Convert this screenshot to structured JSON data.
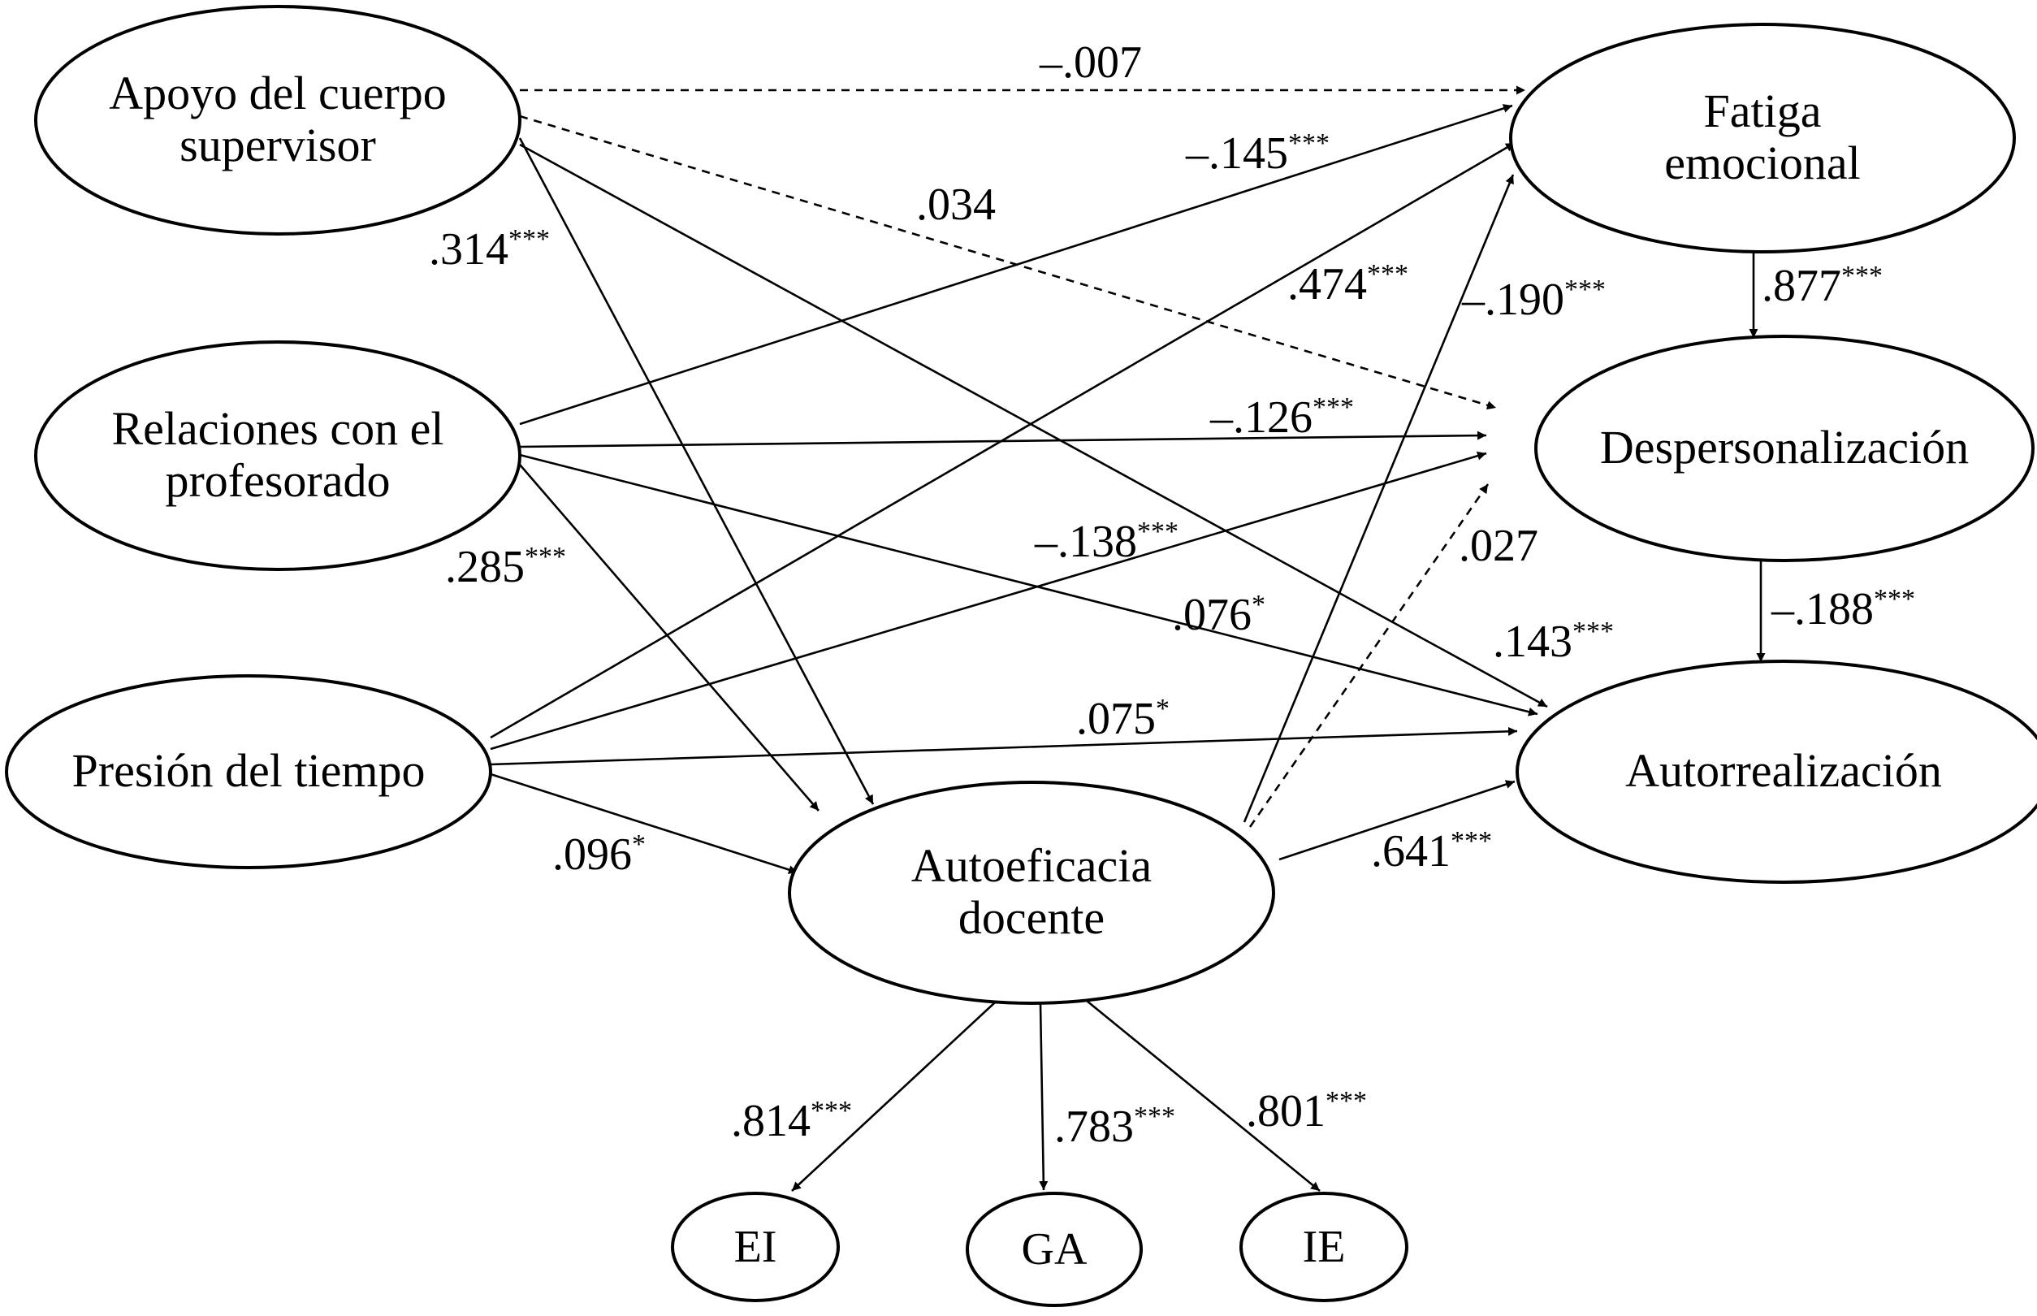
{
  "nodes": {
    "apoyo": [
      "Apoyo del cuerpo",
      "supervisor"
    ],
    "relaciones": [
      "Relaciones con el",
      "profesorado"
    ],
    "presion": [
      "Presión del tiempo"
    ],
    "fatiga": [
      "Fatiga",
      "emocional"
    ],
    "despersonalizacion": [
      "Despersonalización"
    ],
    "autorrealizacion": [
      "Autorrealización"
    ],
    "autoeficacia": [
      "Autoeficacia",
      "docente"
    ],
    "ei": [
      "EI"
    ],
    "ga": [
      "GA"
    ],
    "ie": [
      "IE"
    ]
  },
  "paths": [
    {
      "from": "apoyo",
      "to": "fatiga",
      "value": "–.007",
      "sig": "",
      "dashed": true
    },
    {
      "from": "apoyo",
      "to": "despersonalizacion",
      "value": ".034",
      "sig": "",
      "dashed": true
    },
    {
      "from": "apoyo",
      "to": "autorrealizacion",
      "value": ".143",
      "sig": "***",
      "dashed": false
    },
    {
      "from": "apoyo",
      "to": "autoeficacia",
      "value": ".314",
      "sig": "***",
      "dashed": false
    },
    {
      "from": "relaciones",
      "to": "fatiga",
      "value": "–.145",
      "sig": "***",
      "dashed": false
    },
    {
      "from": "relaciones",
      "to": "despersonalizacion",
      "value": "–.126",
      "sig": "***",
      "dashed": false
    },
    {
      "from": "relaciones",
      "to": "autorrealizacion",
      "value": ".076",
      "sig": "*",
      "dashed": false
    },
    {
      "from": "relaciones",
      "to": "autoeficacia",
      "value": ".285",
      "sig": "***",
      "dashed": false
    },
    {
      "from": "presion",
      "to": "fatiga",
      "value": ".474",
      "sig": "***",
      "dashed": false
    },
    {
      "from": "presion",
      "to": "despersonalizacion",
      "value": "–.138",
      "sig": "***",
      "dashed": false
    },
    {
      "from": "presion",
      "to": "autorrealizacion",
      "value": ".075",
      "sig": "*",
      "dashed": false
    },
    {
      "from": "presion",
      "to": "autoeficacia",
      "value": ".096",
      "sig": "*",
      "dashed": false
    },
    {
      "from": "autoeficacia",
      "to": "fatiga",
      "value": "–.190",
      "sig": "***",
      "dashed": false
    },
    {
      "from": "autoeficacia",
      "to": "despersonalizacion",
      "value": ".027",
      "sig": "",
      "dashed": true
    },
    {
      "from": "autoeficacia",
      "to": "autorrealizacion",
      "value": ".641",
      "sig": "***",
      "dashed": false
    },
    {
      "from": "fatiga",
      "to": "despersonalizacion",
      "value": ".877",
      "sig": "***",
      "dashed": false
    },
    {
      "from": "despersonalizacion",
      "to": "autorrealizacion",
      "value": "–.188",
      "sig": "***",
      "dashed": false
    },
    {
      "from": "autoeficacia",
      "to": "ei",
      "value": ".814",
      "sig": "***",
      "dashed": false
    },
    {
      "from": "autoeficacia",
      "to": "ga",
      "value": ".783",
      "sig": "***",
      "dashed": false
    },
    {
      "from": "autoeficacia",
      "to": "ie",
      "value": ".801",
      "sig": "***",
      "dashed": false
    }
  ]
}
